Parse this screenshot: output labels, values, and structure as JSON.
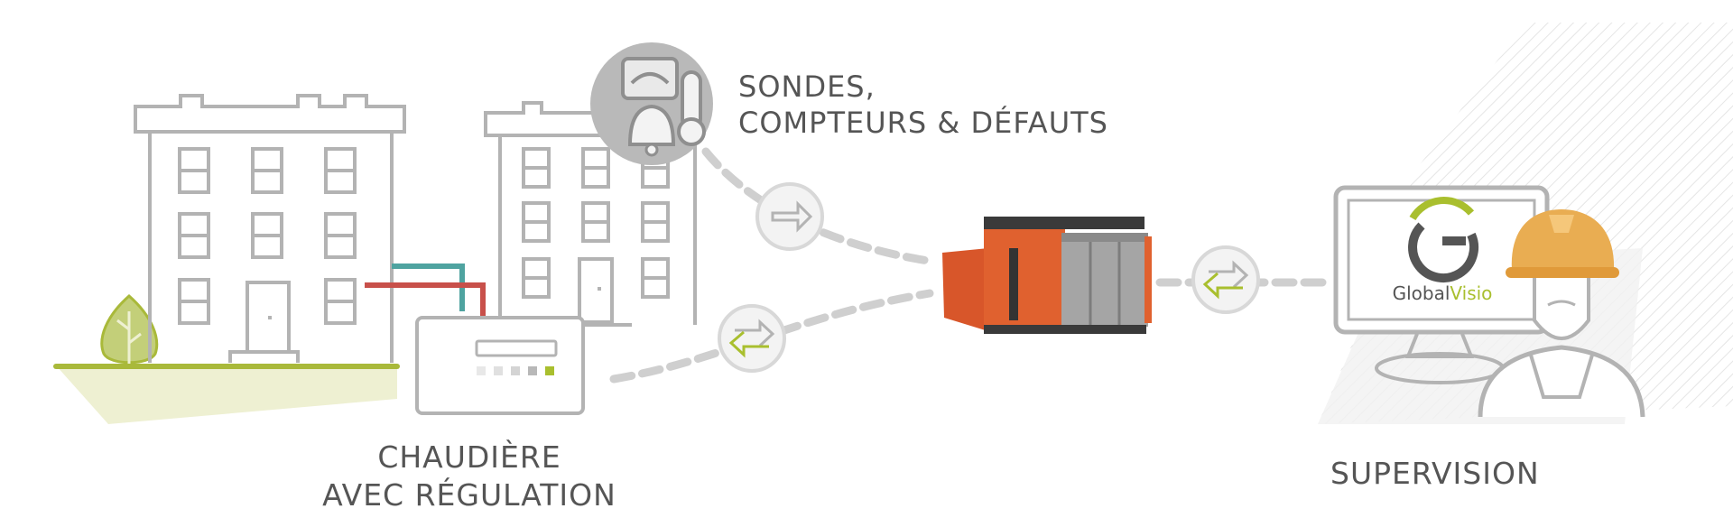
{
  "labels": {
    "sensors_line1": "SONDES,",
    "sensors_line2": "COMPTEURS & DÉFAUTS",
    "boiler_line1": "CHAUDIÈRE",
    "boiler_line2": "AVEC RÉGULATION",
    "supervision": "SUPERVISION"
  },
  "logo": {
    "brand_part1": "Global",
    "brand_part2": "Visio"
  },
  "colors": {
    "outline": "#b3b3b3",
    "ground": "#a9b93a",
    "ground_fill": "#eef0d2",
    "pipe_red": "#c8504a",
    "pipe_teal": "#4fa3a0",
    "device_orange": "#e0612f",
    "helmet": "#e9ad52",
    "logo_green": "#a9bf2e"
  },
  "icons": {
    "sensor_badge": "sensor-meter-bell-thermometer-icon",
    "arrow_right": "arrow-right-icon",
    "arrows_bidirectional": "bidirectional-arrows-icon",
    "tree": "tree-icon",
    "operator": "technician-with-helmet-icon"
  }
}
